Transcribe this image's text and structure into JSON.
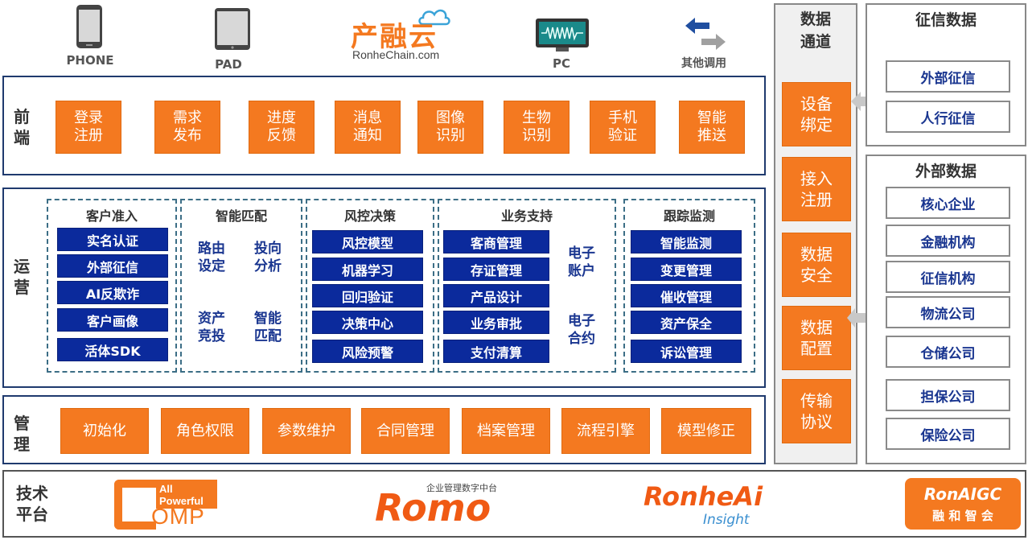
{
  "devices": {
    "phone": "PHONE",
    "pad": "PAD",
    "brand_cn": "产融云",
    "brand_en": "RonheChain.com",
    "pc": "PC",
    "other": "其他调用"
  },
  "frontend": {
    "title": "前\n端",
    "items": [
      "登录\n注册",
      "需求\n发布",
      "进度\n反馈",
      "消息\n通知",
      "图像\n识别",
      "生物\n识别",
      "手机\n验证",
      "智能\n推送"
    ]
  },
  "operations": {
    "title": "运\n营",
    "groups": [
      {
        "title": "客户准入",
        "items": [
          "实名认证",
          "外部征信",
          "AI反欺诈",
          "客户画像",
          "活体SDK"
        ]
      },
      {
        "title": "智能匹配",
        "items": [
          "路由\n设定",
          "投向\n分析",
          "资产\n竞投",
          "智能\n匹配"
        ]
      },
      {
        "title": "风控决策",
        "items": [
          "风控模型",
          "机器学习",
          "回归验证",
          "决策中心",
          "风险预警"
        ]
      },
      {
        "title": "业务支持",
        "items": [
          "客商管理",
          "存证管理",
          "产品设计",
          "业务审批",
          "支付清算"
        ],
        "side": [
          "电子\n账户",
          "电子\n合约"
        ]
      },
      {
        "title": "跟踪监测",
        "items": [
          "智能监测",
          "变更管理",
          "催收管理",
          "资产保全",
          "诉讼管理"
        ]
      }
    ]
  },
  "management": {
    "title": "管\n理",
    "items": [
      "初始化",
      "角色权限",
      "参数维护",
      "合同管理",
      "档案管理",
      "流程引擎",
      "模型修正"
    ]
  },
  "data_channel": {
    "title": "数据\n通道",
    "items": [
      "设备\n绑定",
      "接入\n注册",
      "数据\n安全",
      "数据\n配置",
      "传输\n协议"
    ]
  },
  "credit_data": {
    "title": "征信数据",
    "items": [
      "外部征信",
      "人行征信"
    ]
  },
  "external_data": {
    "title": "外部数据",
    "items": [
      "核心企业",
      "金融机构",
      "征信机构",
      "物流公司",
      "仓储公司",
      "担保公司",
      "保险公司"
    ]
  },
  "tech_platform": {
    "title": "技术\n平台",
    "logo1_small": "All Powerful",
    "logo1_main": "OMP",
    "logo2_caption": "企业管理数字中台",
    "logo2_main": "Romo",
    "logo3_main": "RonheAi",
    "logo3_sub": "Insight",
    "logo4_main": "RonAIGC",
    "logo4_sub": "融 和 智 会"
  },
  "colors": {
    "orange": "#f47920",
    "navy": "#0b2a9c",
    "frame_blue": "#1f3a6e"
  }
}
